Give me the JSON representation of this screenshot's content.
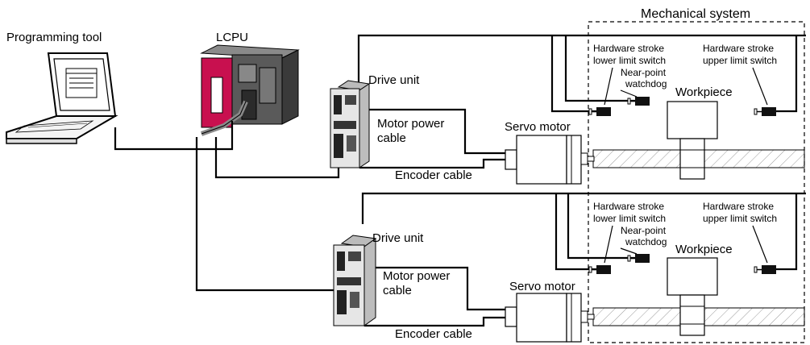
{
  "title": "Mechanical system",
  "programming_tool_label": "Programming tool",
  "plc_label": "LCPU",
  "axes": [
    {
      "drive_unit_label": "Drive unit",
      "motor_power_cable_line1": "Motor power",
      "motor_power_cable_line2": "cable",
      "servo_motor_label": "Servo motor",
      "encoder_cable_label": "Encoder cable",
      "lower_limit_line1": "Hardware stroke",
      "lower_limit_line2": "lower limit switch",
      "upper_limit_line1": "Hardware stroke",
      "upper_limit_line2": "upper limit switch",
      "near_point_line1": "Near-point",
      "near_point_line2": "watchdog",
      "workpiece_label": "Workpiece"
    },
    {
      "drive_unit_label": "Drive unit",
      "motor_power_cable_line1": "Motor power",
      "motor_power_cable_line2": "cable",
      "servo_motor_label": "Servo motor",
      "encoder_cable_label": "Encoder cable",
      "lower_limit_line1": "Hardware stroke",
      "lower_limit_line2": "lower limit switch",
      "upper_limit_line1": "Hardware stroke",
      "upper_limit_line2": "upper limit switch",
      "near_point_line1": "Near-point",
      "near_point_line2": "watchdog",
      "workpiece_label": "Workpiece"
    }
  ],
  "colors": {
    "plc_module": "#c8104f",
    "plc_body": "#555555",
    "drive_body": "#e6e6e6",
    "cable": "#8a8a8a"
  }
}
